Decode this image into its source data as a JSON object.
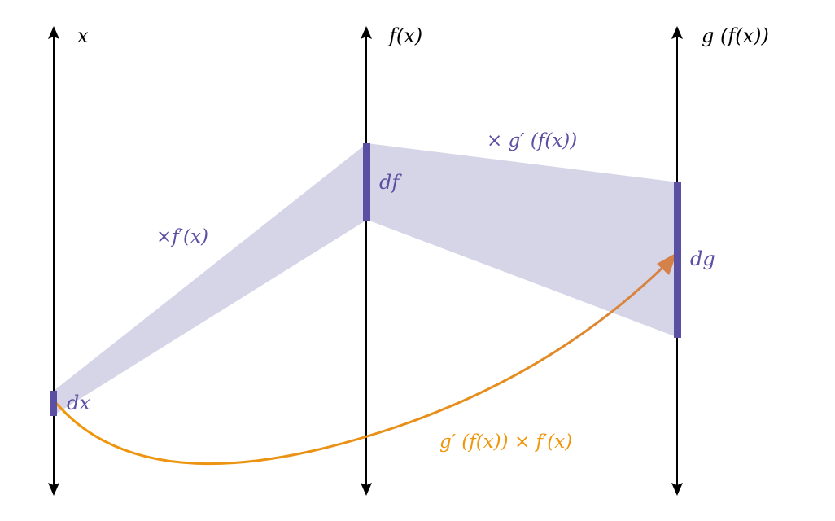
{
  "diagram": {
    "axes": [
      {
        "id": "x",
        "label": "x"
      },
      {
        "id": "f",
        "label": "f(x)"
      },
      {
        "id": "g",
        "label": "g (f(x))"
      }
    ],
    "segments": {
      "dx": "dx",
      "df": "df",
      "dg": "dg"
    },
    "multipliers": {
      "f_prime": "×f′(x)",
      "g_prime": "× g′ (f(x))",
      "chain": "g′ (f(x)) × f′(x)"
    },
    "colors": {
      "axis": "#000000",
      "segment": "#5b4fa3",
      "band": "#d6d5e8",
      "label": "#5b4fa3",
      "chain_curve_start": "#f0960a",
      "chain_curve_end": "#d4814a",
      "chain_label": "#f0960a"
    }
  }
}
